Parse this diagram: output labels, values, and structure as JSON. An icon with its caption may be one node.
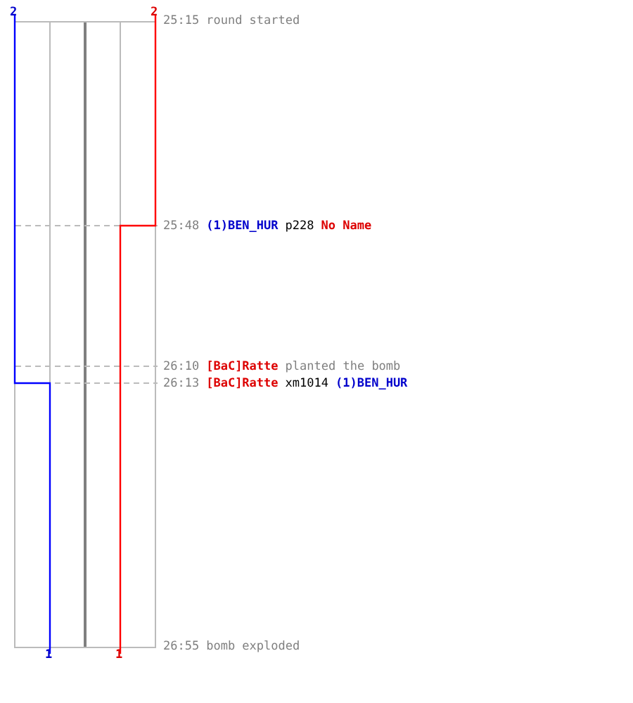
{
  "diagram": {
    "labels": [
      "2",
      "2",
      "25:15",
      "round started",
      "25:48",
      "(1)BEN_HUR",
      "p228",
      "No Name",
      "26:10",
      "[BaC]Ratte",
      "planted the bomb",
      "26:13",
      "[BaC]Ratte",
      "xm1014",
      "(1)BEN_HUR",
      "26:55",
      "bomb exploded",
      "1",
      "1"
    ]
  }
}
